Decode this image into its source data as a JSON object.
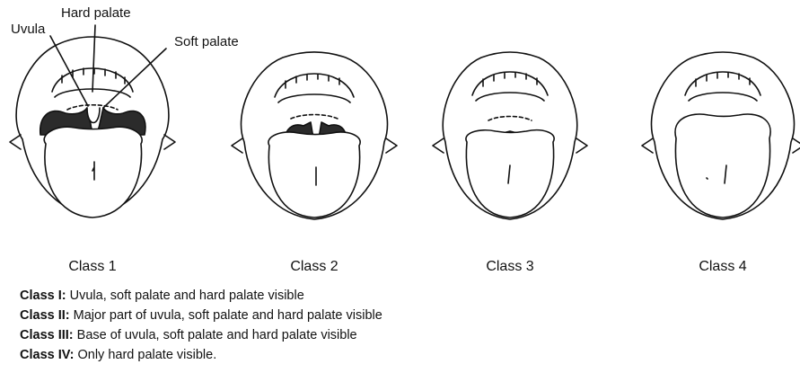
{
  "annotations": {
    "uvula": "Uvula",
    "hard_palate": "Hard palate",
    "soft_palate": "Soft palate"
  },
  "panels": [
    {
      "label": "Class 1",
      "visible": [
        "uvula",
        "soft palate",
        "hard palate"
      ]
    },
    {
      "label": "Class 2",
      "visible": [
        "major part of uvula",
        "soft palate",
        "hard palate"
      ]
    },
    {
      "label": "Class 3",
      "visible": [
        "base of uvula",
        "soft palate",
        "hard palate"
      ]
    },
    {
      "label": "Class 4",
      "visible": [
        "hard palate"
      ]
    }
  ],
  "legend": [
    {
      "term": "Class I:",
      "text": " Uvula, soft palate and hard palate visible"
    },
    {
      "term": "Class II:",
      "text": " Major part of uvula, soft palate and hard palate visible"
    },
    {
      "term": "Class III:",
      "text": " Base of uvula,  soft palate and hard palate visible"
    },
    {
      "term": "Class IV:",
      "text": " Only hard palate visible."
    }
  ],
  "colors": {
    "ink": "#111111",
    "shade": "#2b2b2b",
    "background": "#ffffff"
  }
}
